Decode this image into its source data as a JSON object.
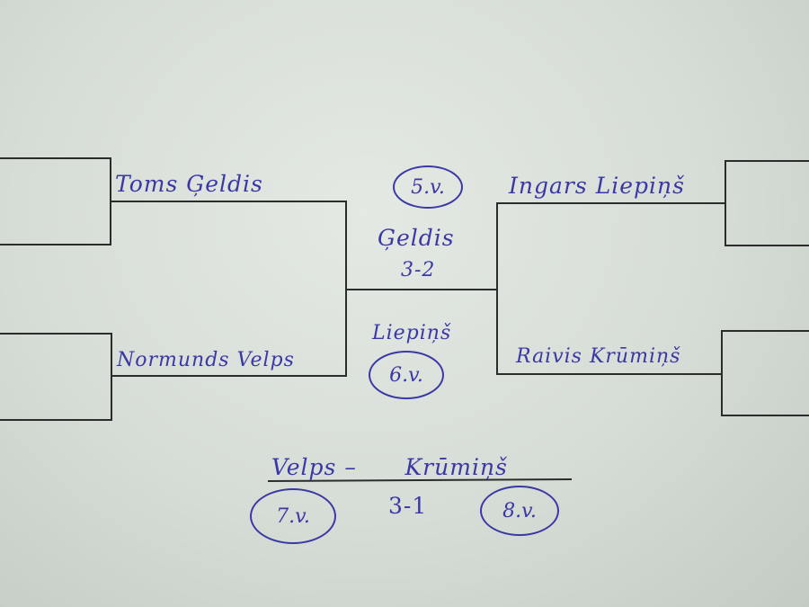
{
  "bracket": {
    "semifinal": {
      "left_top": "Toms Ģeldis",
      "left_bottom": "Normunds Velps",
      "right_top": "Ingars Liepiņš",
      "right_bottom": "Raivis Krūmiņš"
    },
    "match_5th": {
      "place_label": "5.v.",
      "winner": "Ģeldis",
      "score": "3-2",
      "loser": "Liepiņš",
      "loser_place_label": "6.v."
    },
    "match_7th": {
      "players": "Velps –      Krūmiņš",
      "score": "3-1",
      "left_place_label": "7.v.",
      "right_place_label": "8.v."
    }
  },
  "colors": {
    "ink": "#3b38a6",
    "line": "#2a2d2c"
  }
}
